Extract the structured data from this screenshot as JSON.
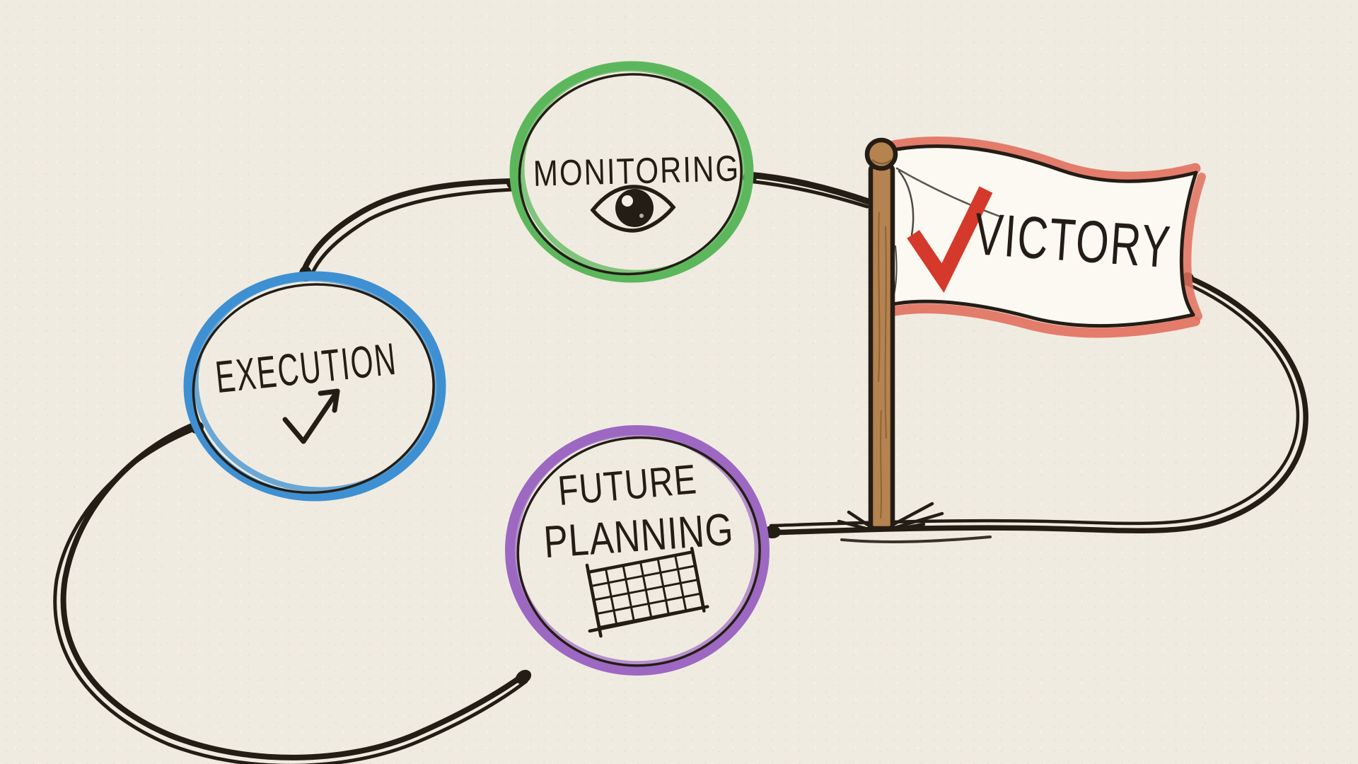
{
  "palette": {
    "paper": "#f0ebe0",
    "ink": "#241d15",
    "green": "#5cb75c",
    "blue": "#3e90d2",
    "purple": "#9c68c2",
    "red": "#d5392b",
    "salmon": "#e2705e",
    "wood": "#b5834f",
    "flag_white": "#fcf9f2"
  },
  "nodes": {
    "monitoring": {
      "label": "MONITORING",
      "icon": "eye-icon",
      "color": "#5cb75c",
      "shape": "hand-drawn circle"
    },
    "execution": {
      "label": "EXECUTION",
      "icon": "check-arrow-icon",
      "color": "#3e90d2",
      "shape": "hand-drawn circle"
    },
    "future_planning": {
      "label_line1": "FUTURE",
      "label_line2": "PLANNING",
      "icon": "calendar-grid-icon",
      "color": "#9c68c2",
      "shape": "hand-drawn circle"
    },
    "victory": {
      "label": "VICTORY",
      "icon": "red-checkmark-icon",
      "color": "#d5392b",
      "shape": "flag on wooden pole"
    }
  },
  "edges": [
    {
      "from": "monitoring",
      "to": "execution",
      "style": "hand-drawn double black stroke"
    },
    {
      "from": "monitoring",
      "to": "victory-flagpole",
      "style": "hand-drawn double black stroke"
    },
    {
      "from": "victory-flagpole",
      "to": "future_planning",
      "style": "hand-drawn double black stroke looping right"
    },
    {
      "from": "execution",
      "to": "future_planning",
      "style": "hand-drawn double black stroke looping bottom-left"
    }
  ]
}
